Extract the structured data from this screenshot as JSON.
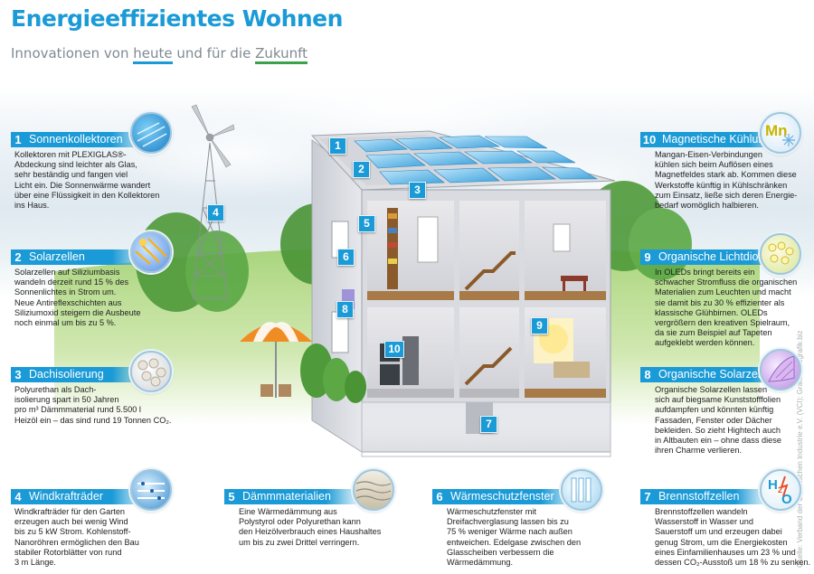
{
  "title": "Energieeffizientes Wohnen",
  "subtitle": {
    "part1": "Innovationen von ",
    "word1": "heute",
    "part2": " und für die ",
    "word2": "Zukunft"
  },
  "credit": "Quelle: Verband der Chemischen Industrie e.V. (VCI); Grafik: infografik.biz",
  "colors": {
    "accent": "#1a9ad6",
    "green_underline": "#3ba24a",
    "text": "#222222"
  },
  "callouts": [
    {
      "num": "1",
      "title": "Sonnenkollektoren",
      "icon": "solar-collector-icon",
      "text": "Kollektoren mit PLEXIGLAS®-\nAbdeckung sind leichter als Glas,\nsehr beständig und fangen viel\nLicht ein. Die Sonnenwärme wandert\nüber eine Flüssigkeit in den Kollektoren\nins Haus."
    },
    {
      "num": "2",
      "title": "Solarzellen",
      "icon": "solar-cell-icon",
      "text": "Solarzellen auf Siliziumbasis\nwandeln derzeit rund 15 % des\nSonnenlichtes in Strom um.\nNeue Antireflexschichten aus\nSiliziumoxid steigern die Ausbeute\nnoch einmal um bis zu 5 %."
    },
    {
      "num": "3",
      "title": "Dachisolierung",
      "icon": "roof-insulation-icon",
      "text": "Polyurethan als Dach-\nisolierung spart in 50 Jahren\npro m³ Dämmmaterial rund 5.500 l\nHeizöl ein – das sind rund 19 Tonnen CO₂."
    },
    {
      "num": "4",
      "title": "Windkrafträder",
      "icon": "wind-turbine-icon",
      "text": "Windkrafträder für den Garten\nerzeugen auch bei wenig Wind\nbis zu 5 kW Strom. Kohlenstoff-\nNanoröhren ermöglichen den Bau\nstabiler Rotorblätter von rund\n3 m Länge."
    },
    {
      "num": "5",
      "title": "Dämmmaterialien",
      "icon": "insulation-material-icon",
      "text": "Eine Wärmedämmung aus\nPolystyrol oder Polyurethan kann\nden Heizölverbrauch eines Haushaltes\num bis zu zwei Drittel verringern."
    },
    {
      "num": "6",
      "title": "Wärmeschutzfenster",
      "icon": "window-glazing-icon",
      "text": "Wärmeschutzfenster mit\nDreifachverglasung lassen bis zu\n75 % weniger Wärme nach außen\nentweichen. Edelgase zwischen den\nGlasscheiben verbessern die\nWärmedämmung."
    },
    {
      "num": "7",
      "title": "Brennstoffzellen",
      "icon": "fuel-cell-icon",
      "text": "Brennstoffzellen wandeln\nWasserstoff in Wasser und\nSauerstoff um und erzeugen dabei\ngenug Strom, um die Energiekosten\neines Einfamilienhauses um 23 % und\ndessen CO₂-Ausstoß um 18 % zu senken."
    },
    {
      "num": "8",
      "title": "Organische Solarzellen",
      "icon": "organic-solar-cell-icon",
      "text": "Organische Solarzellen lassen\nsich auf biegsame Kunststofffolien\naufdampfen und könnten künftig\nFassaden, Fenster oder Dächer\nbekleiden. So zieht Hightech auch\nin Altbauten ein – ohne dass diese\nihren Charme verlieren."
    },
    {
      "num": "9",
      "title": "Organische Lichtdioden",
      "icon": "oled-icon",
      "text": "In OLEDs bringt bereits ein\nschwacher Stromfluss die organischen\nMaterialien zum Leuchten und macht\nsie damit bis zu 30 % effizienter als\nklassische Glühbirnen. OLEDs\nvergrößern den kreativen Spielraum,\nda sie zum Beispiel auf Tapeten\naufgeklebt werden können."
    },
    {
      "num": "10",
      "title": "Magnetische Kühlung",
      "icon": "magnetic-cooling-icon",
      "text": "Mangan-Eisen-Verbindungen\nkühlen sich beim Auflösen eines\nMagnetfeldes stark ab. Kommen diese\nWerkstoffe künftig in Kühlschränken\nzum Einsatz, ließe sich deren Energie-\nbedarf womöglich halbieren."
    }
  ],
  "icon_texts": {
    "mn": "Mn",
    "h2o_h": "H",
    "h2o_2": "2",
    "h2o_o": "O"
  },
  "markers": [
    "1",
    "2",
    "3",
    "4",
    "5",
    "6",
    "7",
    "8",
    "9",
    "10"
  ]
}
